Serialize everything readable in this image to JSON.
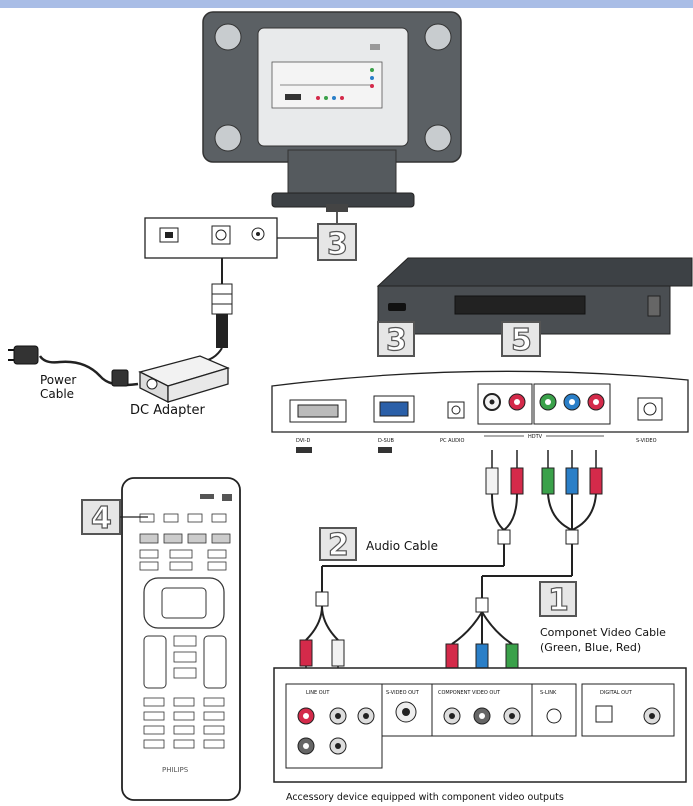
{
  "top_bar_color": "#a9bde6",
  "callouts": {
    "c1": "1",
    "c2": "2",
    "c3_top": "3",
    "c3_device": "3",
    "c4": "4",
    "c5": "5"
  },
  "labels": {
    "power_cable_line1": "Power",
    "power_cable_line2": "Cable",
    "dc_adapter": "DC Adapter",
    "audio_cable": "Audio Cable",
    "component_cable_line1": "Componet Video Cable",
    "component_cable_line2": "(Green, Blue, Red)",
    "accessory_caption": "Accessory device equipped with component video outputs",
    "remote_brand": "PHILIPS"
  },
  "monitor_ports": {
    "dvi": "DVI-D",
    "dsub": "D-SUB",
    "pc_audio": "PC AUDIO",
    "hdtv": "HDTV",
    "svideo": "S-VIDEO"
  },
  "device_panel": {
    "line_out": "LINE OUT",
    "svideo_out": "S-VIDEO OUT",
    "component_out": "COMPONENT VIDEO OUT",
    "slink": "S-LINK",
    "digital_out": "DIGITAL OUT"
  },
  "colors": {
    "green": "#3aa14a",
    "blue": "#2a7fc8",
    "red": "#d42a4a",
    "white": "#f2f2f2",
    "monitor_dark": "#555a5e"
  }
}
